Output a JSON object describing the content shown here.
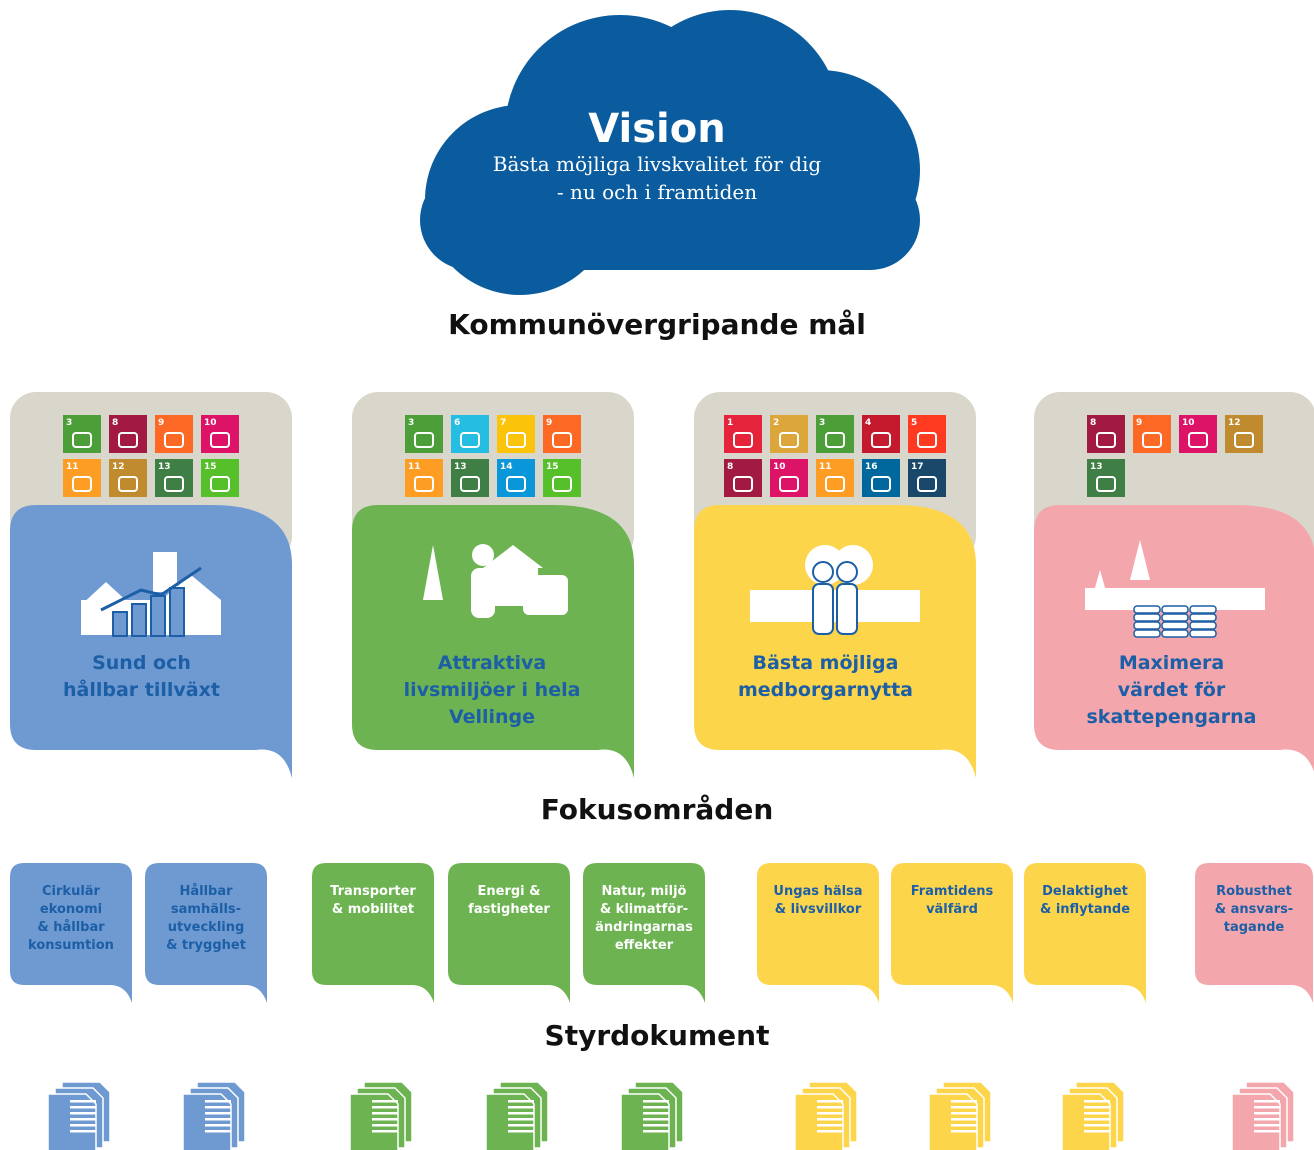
{
  "vision": {
    "title": "Vision",
    "line1": "Bästa möjliga livskvalitet för dig",
    "line2": "- nu och i framtiden"
  },
  "headings": {
    "goals": "Kommunövergripande mål",
    "focus": "Fokusområden",
    "documents": "Styrdokument"
  },
  "colors": {
    "cloud": "#0a5c9e",
    "blue": "#6e9ad1",
    "green": "#6db351",
    "yellow": "#fdd54b",
    "pink": "#f4a6ad",
    "sdg_panel": "#d9d6cb",
    "label_blue": "#1c5fa6"
  },
  "goals": [
    {
      "label": "Sund och\nhållbar tillväxt",
      "color": "blue",
      "sdgs": [
        3,
        8,
        9,
        10,
        11,
        12,
        13,
        15
      ]
    },
    {
      "label": "Attraktiva\nlivsmiljöer i hela\nVellinge",
      "color": "green",
      "sdgs": [
        3,
        6,
        7,
        9,
        11,
        13,
        14,
        15
      ]
    },
    {
      "label": "Bästa möjliga\nmedborgarnytta",
      "color": "yellow",
      "sdgs": [
        1,
        2,
        3,
        4,
        5,
        8,
        10,
        11,
        16,
        17
      ]
    },
    {
      "label": "Maximera\nvärdet för\nskattepengarna",
      "color": "pink",
      "sdgs": [
        8,
        9,
        10,
        12,
        13
      ]
    }
  ],
  "focus_areas": [
    {
      "label": "Cirkulär\nekonomi\n& hållbar\nkonsumtion",
      "color": "blue"
    },
    {
      "label": "Hållbar\nsamhälls-\nutveckling\n& trygghet",
      "color": "blue"
    },
    {
      "label": "Transporter\n& mobilitet",
      "color": "green"
    },
    {
      "label": "Energi &\nfastigheter",
      "color": "green"
    },
    {
      "label": "Natur, miljö\n& klimatför-\nändringarnas\neffekter",
      "color": "green"
    },
    {
      "label": "Ungas hälsa\n& livsvillkor",
      "color": "yellow"
    },
    {
      "label": "Framtidens\nvälfärd",
      "color": "yellow"
    },
    {
      "label": "Delaktighet\n& inflytande",
      "color": "yellow"
    },
    {
      "label": "Robusthet\n& ansvars-\ntagande",
      "color": "pink"
    }
  ],
  "documents": [
    {
      "color": "blue"
    },
    {
      "color": "blue"
    },
    {
      "color": "green"
    },
    {
      "color": "green"
    },
    {
      "color": "green"
    },
    {
      "color": "yellow"
    },
    {
      "color": "yellow"
    },
    {
      "color": "yellow"
    },
    {
      "color": "pink"
    }
  ],
  "sdg_colors": {
    "1": "#e5243b",
    "2": "#dda63a",
    "3": "#4c9f38",
    "4": "#c5192d",
    "5": "#ff3a21",
    "6": "#26bde2",
    "7": "#fcc30b",
    "8": "#a21942",
    "9": "#fd6925",
    "10": "#dd1367",
    "11": "#fd9d24",
    "12": "#bf8b2e",
    "13": "#3f7e44",
    "14": "#0a97d9",
    "15": "#56c02b",
    "16": "#00689d",
    "17": "#19486a"
  }
}
